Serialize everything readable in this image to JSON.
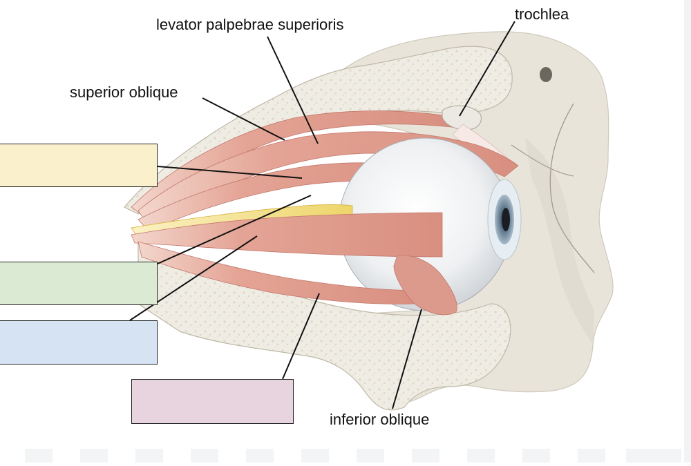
{
  "diagram": {
    "labels": {
      "levator": "levator palpebrae superioris",
      "trochlea": "trochlea",
      "superior_oblique": "superior oblique",
      "inferior_oblique": "inferior oblique"
    },
    "blank_boxes": [
      {
        "id": "box-1",
        "color": "#fbf0cc"
      },
      {
        "id": "box-2",
        "color": "#dbead3"
      },
      {
        "id": "box-3",
        "color": "#d6e3f3"
      },
      {
        "id": "box-4",
        "color": "#e8d4df"
      }
    ]
  }
}
